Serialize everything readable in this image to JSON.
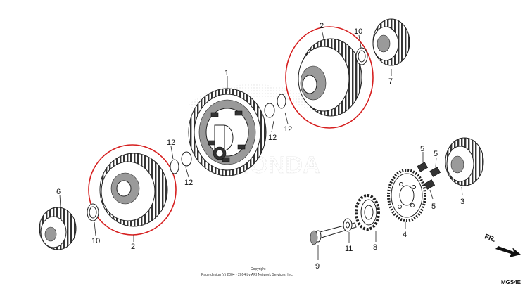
{
  "diagram": {
    "parts": [
      {
        "key": "p1",
        "number": "1",
        "icon": "primary-driven-gear-icon"
      },
      {
        "key": "p2a",
        "number": "2",
        "icon": "clutch-outer-icon"
      },
      {
        "key": "p2b",
        "number": "2",
        "icon": "clutch-outer-icon"
      },
      {
        "key": "p3",
        "number": "3",
        "icon": "gear-icon"
      },
      {
        "key": "p4",
        "number": "4",
        "icon": "sprocket-gear-icon"
      },
      {
        "key": "p5a",
        "number": "5",
        "icon": "spring-icon"
      },
      {
        "key": "p5b",
        "number": "5",
        "icon": "spring-icon"
      },
      {
        "key": "p5c",
        "number": "5",
        "icon": "spring-icon"
      },
      {
        "key": "p6",
        "number": "6",
        "icon": "gear-icon"
      },
      {
        "key": "p7",
        "number": "7",
        "icon": "gear-icon"
      },
      {
        "key": "p8",
        "number": "8",
        "icon": "lock-plate-icon"
      },
      {
        "key": "p9",
        "number": "9",
        "icon": "flange-bolt-icon"
      },
      {
        "key": "p10a",
        "number": "10",
        "icon": "washer-icon"
      },
      {
        "key": "p10b",
        "number": "10",
        "icon": "washer-icon"
      },
      {
        "key": "p11",
        "number": "11",
        "icon": "washer-icon"
      },
      {
        "key": "p12a",
        "number": "12",
        "icon": "washer-icon"
      },
      {
        "key": "p12b",
        "number": "12",
        "icon": "washer-icon"
      },
      {
        "key": "p12c",
        "number": "12",
        "icon": "washer-icon"
      },
      {
        "key": "p12d",
        "number": "12",
        "icon": "washer-icon"
      }
    ],
    "highlight_color": "#d61f1f",
    "watermark_text": "HONDA",
    "copyright_line1": "Copyright",
    "copyright_line2": "Page design (c) 2004 - 2014 by ARI Network Services, Inc.",
    "direction_label": "FR.",
    "diagram_code": "MGS4E"
  }
}
